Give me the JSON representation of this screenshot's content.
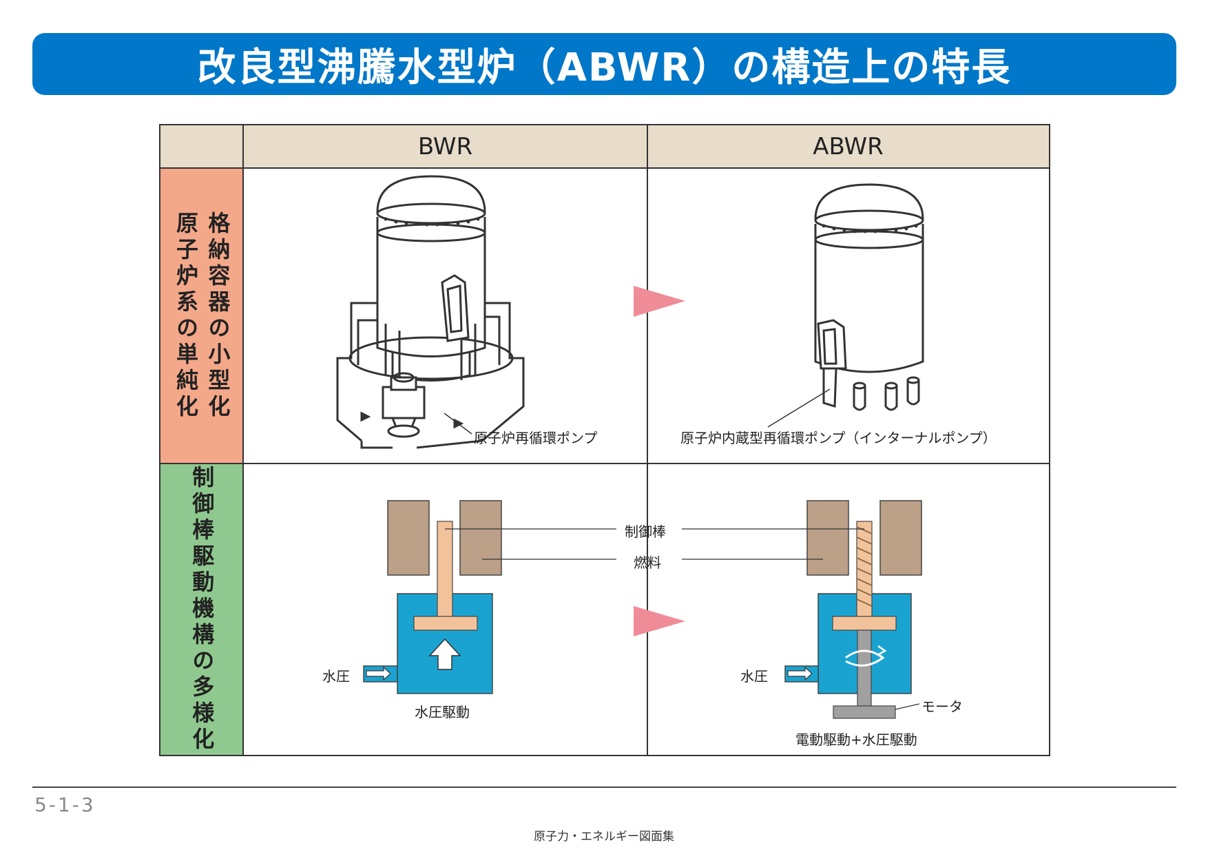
{
  "title": "改良型沸騰水型炉（ABWR）の構造上の特長",
  "columns": {
    "bwr": "BWR",
    "abwr": "ABWR"
  },
  "rows": {
    "containment": {
      "label_line1": "格納容器の小型化",
      "label_line2": "原子炉系の単純化"
    },
    "control_rod": {
      "label": "制御棒駆動機構の多様化"
    }
  },
  "labels": {
    "bwr_pump": "原子炉再循環ポンプ",
    "abwr_pump": "原子炉内蔵型再循環ポンプ（インターナルポンプ）",
    "control_rod": "制御棒",
    "fuel": "燃料",
    "water_pressure_left": "水圧",
    "water_pressure_right": "水圧",
    "bwr_drive": "水圧駆動",
    "motor": "モータ",
    "abwr_drive": "電動駆動+水圧駆動"
  },
  "colors": {
    "title_bar": "#0077c8",
    "header": "#e8dccb",
    "row1_label": "#f4a88a",
    "row2_label": "#8fc98f",
    "arrow": "#f08c97",
    "fuel": "#bca088",
    "rod": "#f2c39a",
    "drive_block": "#1aa3d1",
    "motor": "#a0a0a0"
  },
  "footer": {
    "page_number": "5-1-3",
    "source": "原子力・エネルギー図面集"
  }
}
